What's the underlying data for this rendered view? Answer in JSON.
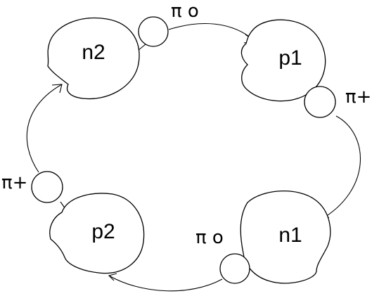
{
  "nucleons": [
    {
      "key": "n2",
      "label": "n2"
    },
    {
      "key": "p1",
      "label": "p1"
    },
    {
      "key": "n1",
      "label": "n1"
    },
    {
      "key": "p2",
      "label": "p2"
    }
  ],
  "pions": [
    {
      "key": "top",
      "label": "π o"
    },
    {
      "key": "right",
      "label": "π+"
    },
    {
      "key": "bottom",
      "label": "π o"
    },
    {
      "key": "left",
      "label": "π+"
    }
  ],
  "colors": {
    "stroke": "#000000",
    "background": "#ffffff"
  }
}
